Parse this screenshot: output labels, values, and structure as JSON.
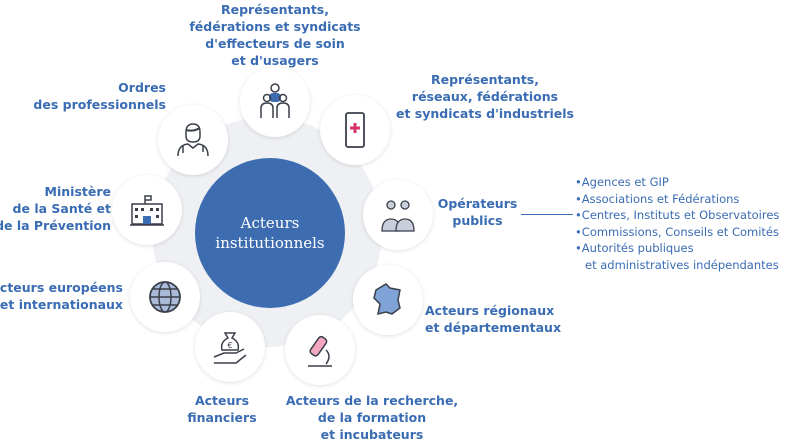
{
  "center": {
    "line1": "Acteurs",
    "line2": "institutionnels"
  },
  "labels": {
    "top": [
      "Représentants,",
      "fédérations et syndicats",
      "d'effecteurs de soin",
      "et d'usagers"
    ],
    "ordres": [
      "Ordres",
      "des professionnels"
    ],
    "industriels": [
      "Représentants,",
      "réseaux, fédérations",
      "et syndicats d'industriels"
    ],
    "operateurs": [
      "Opérateurs",
      "publics"
    ],
    "ministere": [
      "Ministère",
      "de la Santé et",
      "de la Prévention"
    ],
    "europeens": [
      "Acteurs européens",
      "et internationaux"
    ],
    "regionaux": [
      "Acteurs régionaux",
      "et départementaux"
    ],
    "financiers": [
      "Acteurs",
      "financiers"
    ],
    "recherche": [
      "Acteurs de la recherche,",
      "de la formation",
      "et incubateurs"
    ]
  },
  "operateurs_list": [
    "•Agences et GIP",
    "•Associations et Fédérations",
    "•Centres, Instituts et Observatoires",
    "•Commissions, Conseils et Comités",
    "•Autorités publiques",
    "  et administratives indépendantes"
  ],
  "colors": {
    "accent": "#3d6db0",
    "text": "#3a6cb3",
    "ring": "#eef0f4"
  }
}
